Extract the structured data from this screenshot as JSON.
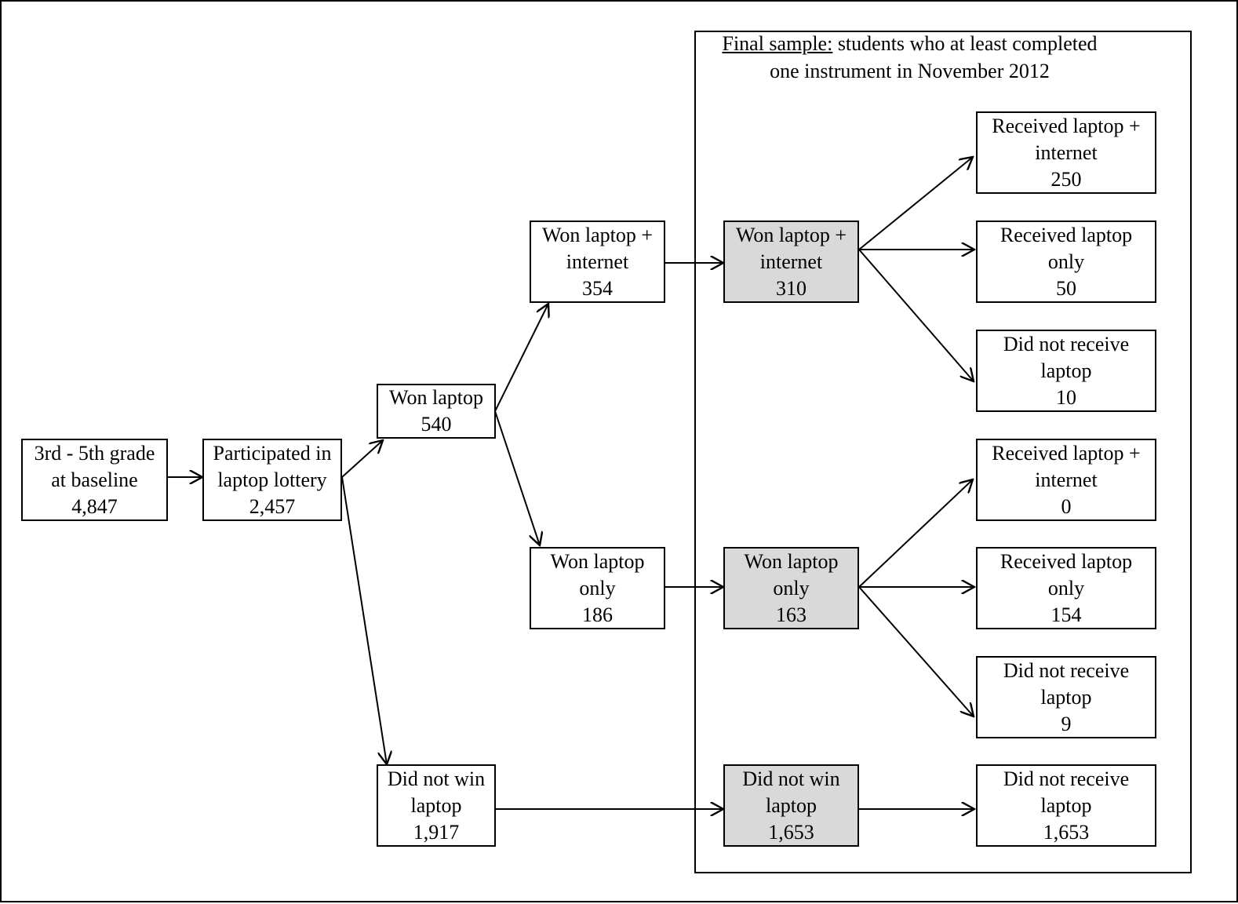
{
  "final_sample": {
    "title_lead": "Final sample:",
    "title_rest": " students who at least completed",
    "title_line2": "one instrument in November 2012"
  },
  "nodes": {
    "baseline": {
      "line1": "3rd - 5th grade",
      "line2": "at baseline",
      "count": "4,847"
    },
    "participated": {
      "line1": "Participated in",
      "line2": "laptop lottery",
      "count": "2,457"
    },
    "won_laptop": {
      "line1": "Won laptop",
      "count": "540"
    },
    "did_not_win": {
      "line1": "Did not win",
      "line2": "laptop",
      "count": "1,917"
    },
    "won_laptop_internet": {
      "line1": "Won laptop +",
      "line2": "internet",
      "count": "354"
    },
    "won_laptop_only": {
      "line1": "Won laptop",
      "line2": "only",
      "count": "186"
    },
    "final_won_laptop_internet": {
      "line1": "Won laptop +",
      "line2": "internet",
      "count": "310"
    },
    "final_won_laptop_only": {
      "line1": "Won laptop",
      "line2": "only",
      "count": "163"
    },
    "final_did_not_win": {
      "line1": "Did not win",
      "line2": "laptop",
      "count": "1,653"
    },
    "a_received_laptop_internet": {
      "line1": "Received laptop +",
      "line2": "internet",
      "count": "250"
    },
    "a_received_laptop_only": {
      "line1": "Received laptop",
      "line2": "only",
      "count": "50"
    },
    "a_did_not_receive": {
      "line1": "Did not receive",
      "line2": "laptop",
      "count": "10"
    },
    "b_received_laptop_internet": {
      "line1": "Received laptop +",
      "line2": "internet",
      "count": "0"
    },
    "b_received_laptop_only": {
      "line1": "Received laptop",
      "line2": "only",
      "count": "154"
    },
    "b_did_not_receive": {
      "line1": "Did not receive",
      "line2": "laptop",
      "count": "9"
    },
    "c_did_not_receive": {
      "line1": "Did not receive",
      "line2": "laptop",
      "count": "1,653"
    }
  },
  "colors": {
    "line": "#000000",
    "shaded_fill": "#d9d9d9",
    "fill": "#ffffff"
  }
}
